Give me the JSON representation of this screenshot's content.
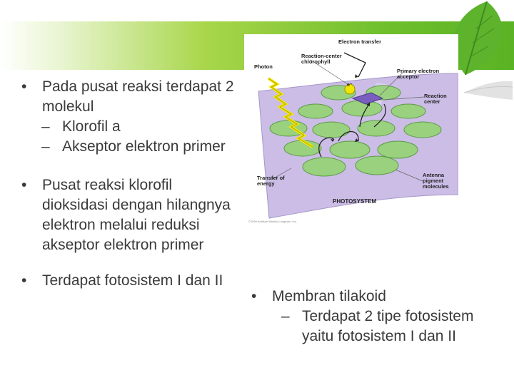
{
  "slide": {
    "bullets": [
      {
        "text": "Pada pusat reaksi terdapat 2 molekul",
        "subs": [
          "Klorofil  a",
          "Akseptor elektron primer"
        ]
      },
      {
        "text": "Pusat reaksi klorofil dioksidasi dengan hilangnya elektron melalui reduksi akseptor elektron primer"
      },
      {
        "text": "Terdapat fotosistem I dan  II"
      }
    ],
    "right_bullet": "Membran tilakoid",
    "right_sub": "Terdapat 2 tipe fotosistem yaitu fotosistem I dan II"
  },
  "figure": {
    "labels": {
      "electron_transfer": "Electron transfer",
      "photon": "Photon",
      "reaction_center_chlorophyll": "Reaction-center chlorophyll",
      "primary_electron_acceptor": "Primary electron acceptor",
      "reaction_center": "Reaction center",
      "transfer_of_energy": "Transfer of energy",
      "antenna_pigment_molecules": "Antenna pigment molecules",
      "photosystem": "PHOTOSYSTEM",
      "copyright": "©1999 Addison Wesley Longman, Inc."
    },
    "electron_symbol": "e⁻"
  },
  "colors": {
    "band_green": "#6fbf2c",
    "membrane": "#cbbde6",
    "disc": "#99d17e",
    "photon": "#f2e600"
  },
  "icons": [
    "bullet-dot",
    "leaf",
    "hand"
  ]
}
